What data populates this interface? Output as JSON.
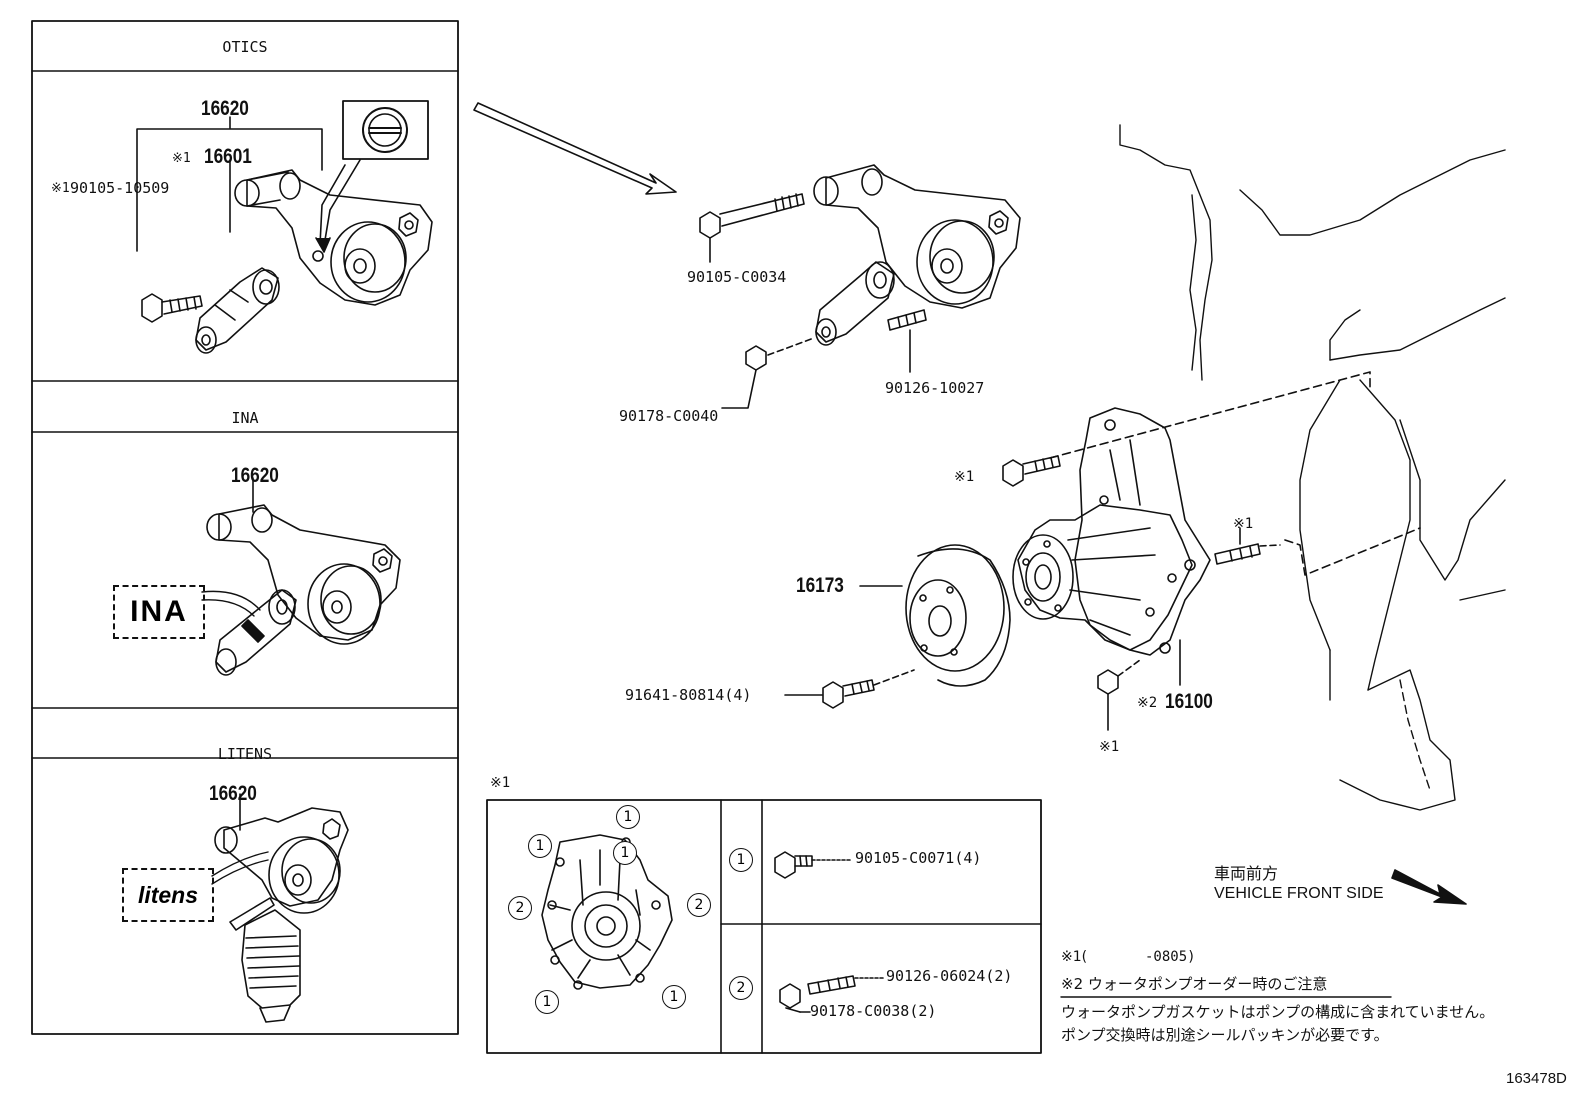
{
  "left_panels": {
    "otics": {
      "header": "OTICS",
      "part_tensioner": "16620",
      "part_pulley": "16601",
      "part_pulley_mark": "※1",
      "part_bolt": "90105-10509",
      "part_bolt_mark": "※1"
    },
    "ina": {
      "header": "INA",
      "part_tensioner": "16620",
      "brand_label": "INA"
    },
    "litens": {
      "header": "LITENS",
      "part_tensioner": "16620",
      "brand_label": "litens"
    }
  },
  "main_labels": {
    "bolt_top": "90105-C0034",
    "nut_top": "90178-C0040",
    "stud_top": "90126-10027",
    "pulley": "16173",
    "pulley_bolt": "91641-80814(4)",
    "water_pump": "16100",
    "water_pump_mark": "※2",
    "mark_bolt_left": "※1",
    "mark_stud_right": "※1",
    "mark_nut_bottom": "※1"
  },
  "detail_table": {
    "mark": "※1",
    "row1_index": "1",
    "row1_part": "90105-C0071(4)",
    "row2_index": "2",
    "row2_part_a": "90126-06024(2)",
    "row2_part_b": "90178-C0038(2)",
    "pump_callouts": [
      "1",
      "1",
      "1",
      "2",
      "2",
      "1",
      "1"
    ]
  },
  "direction": {
    "jp": "車両前方",
    "en": "VEHICLE FRONT SIDE"
  },
  "notes": {
    "note1_mark": "※1(",
    "note1_range": "-0805)",
    "note2_title": "※2 ウォータポンプオーダー時のご注意",
    "note2_line1": "ウォータポンプガスケットはポンプの構成に含まれていません。",
    "note2_line2": "ポンプ交換時は別途シールパッキンが必要です。"
  },
  "figure_id": "163478D"
}
